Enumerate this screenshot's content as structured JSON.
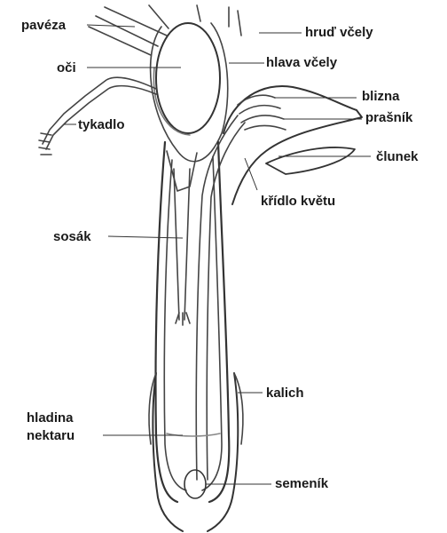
{
  "diagram": {
    "labels": {
      "paveza": "pavéza",
      "oci": "oči",
      "tykadlo": "tykadlo",
      "sosak": "sosák",
      "hladina_1": "hladina",
      "hladina_2": "nektaru",
      "hrud": "hruď včely",
      "hlava": "hlava včely",
      "blizna": "blizna",
      "prasnik": "prašník",
      "clunek": "člunek",
      "kridlo": "křídlo květu",
      "kalich": "kalich",
      "semenik": "semeník"
    }
  }
}
